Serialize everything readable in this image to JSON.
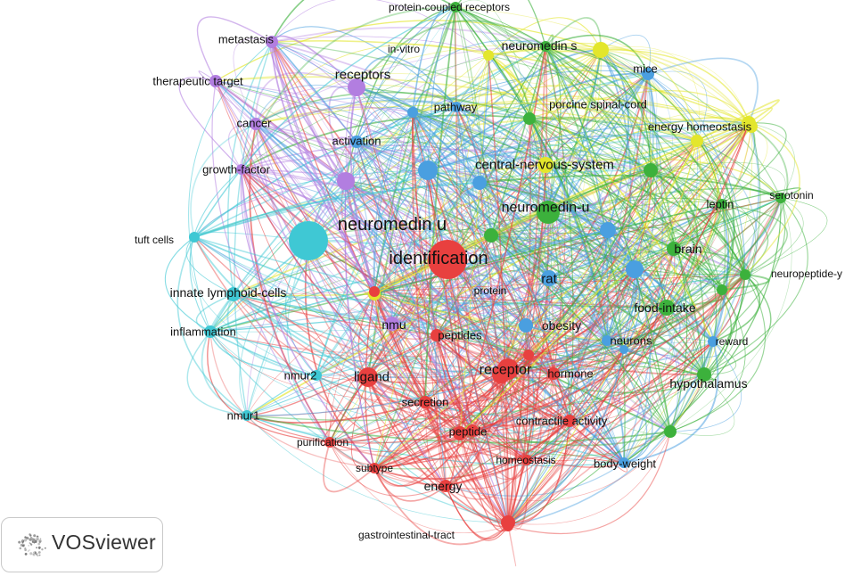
{
  "software_label": "VOSviewer",
  "palette": {
    "red": "#e8403f",
    "green": "#3cb13c",
    "blue": "#4a9fe0",
    "yellow": "#e3e62c",
    "purple": "#b27ee0",
    "cyan": "#3fc8d4"
  },
  "network": {
    "nodes": [
      {
        "id": "neuromedin-u-upper",
        "label": "neuromedin u",
        "cluster": "cyan",
        "weight": 22,
        "font": 20
      },
      {
        "id": "identification",
        "label": "identification",
        "cluster": "red",
        "weight": 22,
        "font": 20
      },
      {
        "id": "neuromedin-u",
        "label": "neuromedin-u",
        "cluster": "green",
        "weight": 13,
        "font": 16
      },
      {
        "id": "central-nervous-system",
        "label": "central-nervous-system",
        "cluster": "yellow",
        "weight": 9,
        "font": 15
      },
      {
        "id": "receptors",
        "label": "receptors",
        "cluster": "purple",
        "weight": 10,
        "font": 15
      },
      {
        "id": "receptor",
        "label": "receptor",
        "cluster": "red",
        "weight": 12,
        "font": 16
      },
      {
        "id": "ligand",
        "label": "ligand",
        "cluster": "red",
        "weight": 11,
        "font": 15
      },
      {
        "id": "rat",
        "label": "rat",
        "cluster": "blue",
        "weight": 9,
        "font": 15
      },
      {
        "id": "obesity",
        "label": "obesity",
        "cluster": "blue",
        "weight": 8,
        "font": 14
      },
      {
        "id": "food-intake",
        "label": "food-intake",
        "cluster": "green",
        "weight": 9,
        "font": 14
      },
      {
        "id": "hypothalamus",
        "label": "hypothalamus",
        "cluster": "green",
        "weight": 8,
        "font": 14
      },
      {
        "id": "neuromedin-s",
        "label": "neuromedin s",
        "cluster": "yellow",
        "weight": 9,
        "font": 14
      },
      {
        "id": "brain",
        "label": "brain",
        "cluster": "green",
        "weight": 8,
        "font": 14
      },
      {
        "id": "innate-lymphoid-cells",
        "label": "innate lymphoid-cells",
        "cluster": "cyan",
        "weight": 8,
        "font": 14
      },
      {
        "id": "inflammation",
        "label": "inflammation",
        "cluster": "cyan",
        "weight": 7,
        "font": 13
      },
      {
        "id": "energy-homeostasis",
        "label": "energy homeostasis",
        "cluster": "yellow",
        "weight": 7,
        "font": 13
      },
      {
        "id": "porcine-spinal-cord",
        "label": "porcine spinal-cord",
        "cluster": "green",
        "weight": 7,
        "font": 13
      },
      {
        "id": "mice",
        "label": "mice",
        "cluster": "blue",
        "weight": 7,
        "font": 13
      },
      {
        "id": "activation",
        "label": "activation",
        "cluster": "blue",
        "weight": 7,
        "font": 13
      },
      {
        "id": "pathway",
        "label": "pathway",
        "cluster": "blue",
        "weight": 6,
        "font": 13
      },
      {
        "id": "cancer",
        "label": "cancer",
        "cluster": "purple",
        "weight": 7,
        "font": 13
      },
      {
        "id": "therapeutic-target",
        "label": "therapeutic target",
        "cluster": "purple",
        "weight": 7,
        "font": 13
      },
      {
        "id": "metastasis",
        "label": "metastasis",
        "cluster": "purple",
        "weight": 7,
        "font": 13
      },
      {
        "id": "growth-factor",
        "label": "growth-factor",
        "cluster": "purple",
        "weight": 6,
        "font": 13
      },
      {
        "id": "tuft-cells",
        "label": "tuft cells",
        "cluster": "cyan",
        "weight": 6,
        "font": 12
      },
      {
        "id": "nmu",
        "label": "nmu",
        "cluster": "purple",
        "weight": 8,
        "font": 14
      },
      {
        "id": "peptides",
        "label": "peptides",
        "cluster": "red",
        "weight": 7,
        "font": 13
      },
      {
        "id": "protein",
        "label": "protein",
        "cluster": "red",
        "weight": 6,
        "font": 12
      },
      {
        "id": "hormone",
        "label": "hormone",
        "cluster": "red",
        "weight": 7,
        "font": 13
      },
      {
        "id": "neurons",
        "label": "neurons",
        "cluster": "blue",
        "weight": 6,
        "font": 13
      },
      {
        "id": "reward",
        "label": "reward",
        "cluster": "blue",
        "weight": 6,
        "font": 12
      },
      {
        "id": "nmur2",
        "label": "nmur2",
        "cluster": "cyan",
        "weight": 6,
        "font": 13
      },
      {
        "id": "nmur1",
        "label": "nmur1",
        "cluster": "cyan",
        "weight": 6,
        "font": 13
      },
      {
        "id": "secretion",
        "label": "secretion",
        "cluster": "red",
        "weight": 7,
        "font": 13
      },
      {
        "id": "contractile-activity",
        "label": "contractile activity",
        "cluster": "red",
        "weight": 7,
        "font": 13
      },
      {
        "id": "peptide",
        "label": "peptide",
        "cluster": "red",
        "weight": 7,
        "font": 13
      },
      {
        "id": "purification",
        "label": "purification",
        "cluster": "red",
        "weight": 6,
        "font": 12
      },
      {
        "id": "homeostasis",
        "label": "homeostasis",
        "cluster": "red",
        "weight": 6,
        "font": 12
      },
      {
        "id": "body-weight",
        "label": "body-weight",
        "cluster": "blue",
        "weight": 6,
        "font": 13
      },
      {
        "id": "subtype",
        "label": "subtype",
        "cluster": "red",
        "weight": 6,
        "font": 12
      },
      {
        "id": "energy",
        "label": "energy",
        "cluster": "red",
        "weight": 7,
        "font": 14
      },
      {
        "id": "gastrointestinal-tract",
        "label": "gastrointestinal-tract",
        "cluster": "red",
        "weight": 6,
        "font": 12
      },
      {
        "id": "leptin",
        "label": "leptin",
        "cluster": "green",
        "weight": 6,
        "font": 13
      },
      {
        "id": "serotonin",
        "label": "serotonin",
        "cluster": "green",
        "weight": 6,
        "font": 12
      },
      {
        "id": "neuropeptide-y",
        "label": "neuropeptide-y",
        "cluster": "green",
        "weight": 6,
        "font": 12
      },
      {
        "id": "in-vitro",
        "label": "in-vitro",
        "cluster": "yellow",
        "weight": 6,
        "font": 12
      },
      {
        "id": "protein-coupled-receptors",
        "label": "protein-coupled receptors",
        "cluster": "green",
        "weight": 6,
        "font": 12
      }
    ]
  }
}
